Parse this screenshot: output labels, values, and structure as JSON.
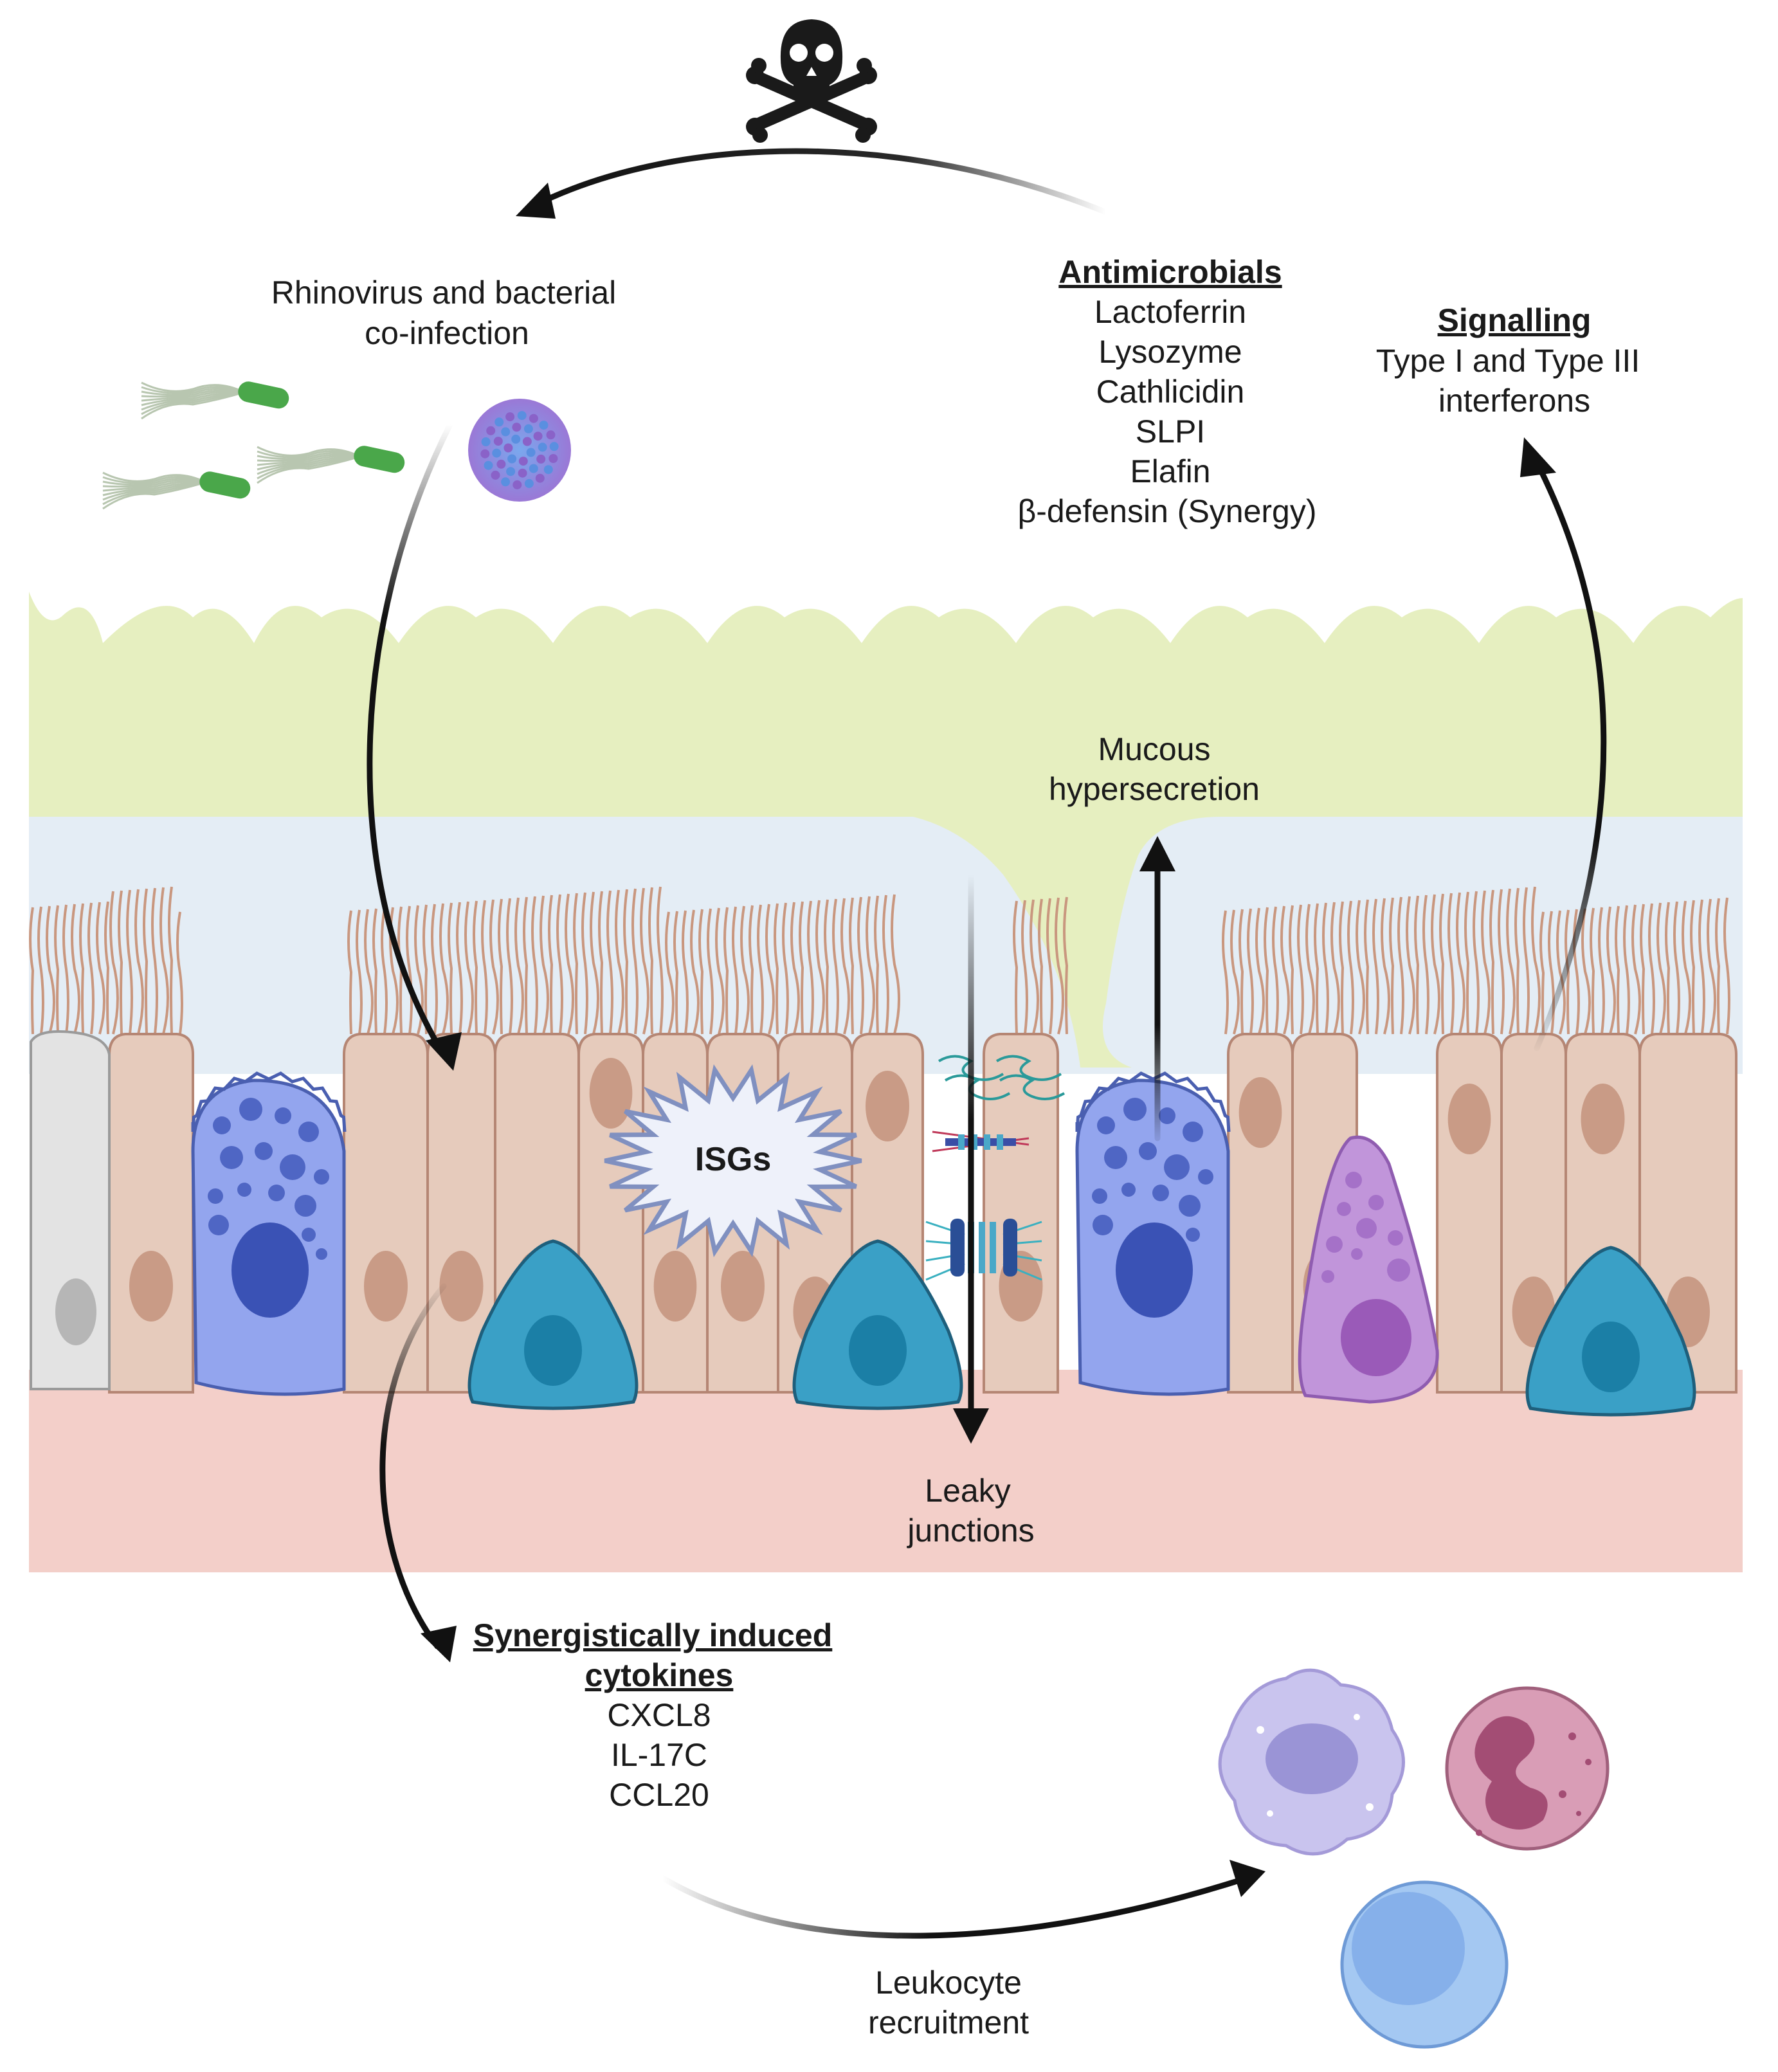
{
  "colors": {
    "mucus": "#e6efc0",
    "periciliary": "#e4edf5",
    "submucosa": "#f3cfc9",
    "columnar_cell": "#e6cbbc",
    "nucleus": "#c99b86",
    "goblet_cell": "#93a5ee",
    "goblet_nucleus": "#3a52b5",
    "basal_cell": "#3aa0c6",
    "basal_nucleus": "#1b7fa6",
    "brush_cell": "#c195da",
    "arrow": "#111111"
  },
  "icons": {
    "top": "skull-crossbones-icon",
    "pathogens": [
      "bacterium-icon",
      "rhinovirus-icon"
    ],
    "leukocytes": [
      "macrophage-icon",
      "neutrophil-icon",
      "lymphocyte-icon"
    ]
  },
  "labels": {
    "coinfection": [
      "Rhinovirus and bacterial",
      "co-infection"
    ],
    "antimicrobials": {
      "title": "Antimicrobials",
      "items": [
        "Lactoferrin",
        "Lysozyme",
        "Cathlicidin",
        "SLPI",
        "Elafin",
        "β-defensin (Synergy)"
      ]
    },
    "signalling": {
      "title": "Signalling",
      "lines": [
        "Type I and Type III",
        "interferons"
      ]
    },
    "mucous": [
      "Mucous",
      "hypersecretion"
    ],
    "isgs": "ISGs",
    "leaky": [
      "Leaky",
      "junctions"
    ],
    "cytokines": {
      "title_lines": [
        "Synergistically induced",
        "cytokines"
      ],
      "items": [
        "CXCL8",
        "IL-17C",
        "CCL20"
      ]
    },
    "recruitment": [
      "Leukocyte",
      "recruitment"
    ]
  }
}
